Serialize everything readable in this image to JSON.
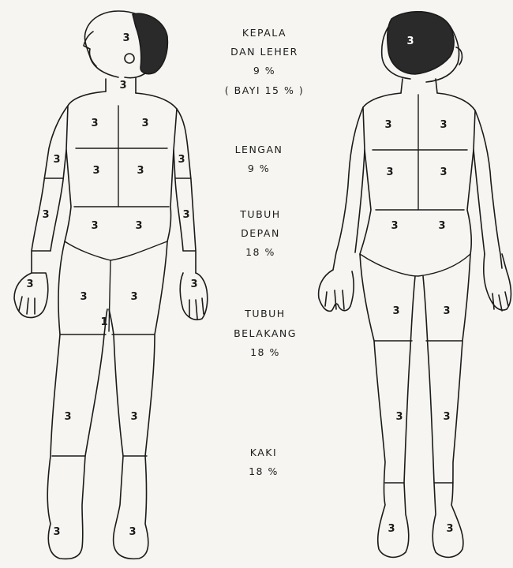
{
  "legend": [
    {
      "key": "kepala",
      "lines": [
        "KEPALA",
        "DAN LEHER",
        "9 %",
        "( BAYI  15 % )"
      ]
    },
    {
      "key": "lengan",
      "lines": [
        "LENGAN",
        "9 %"
      ]
    },
    {
      "key": "tubuh_depan",
      "lines": [
        "TUBUH",
        "DEPAN",
        "18 %"
      ]
    },
    {
      "key": "tubuh_belakang",
      "lines": [
        "TUBUH",
        "BELAKANG",
        "18 %"
      ]
    },
    {
      "key": "kaki",
      "lines": [
        "KAKI",
        "18 %"
      ]
    }
  ],
  "front_figure": {
    "head": "3",
    "neck": "3",
    "chest_right": "3",
    "chest_left": "3",
    "abdomen_right": "3",
    "abdomen_left": "3",
    "lower_torso_right": "3",
    "lower_torso_left": "3",
    "upper_arm_right": "3",
    "upper_arm_left": "3",
    "forearm_right": "3",
    "forearm_left": "3",
    "hand_right": "3",
    "hand_left": "3",
    "thigh_right": "3",
    "thigh_left": "3",
    "genital": "1",
    "calf_right": "3",
    "calf_left": "3",
    "foot_right": "3",
    "foot_left": "3"
  },
  "back_figure": {
    "head": "3",
    "upper_back_right": "3",
    "upper_back_left": "3",
    "mid_back_right": "3",
    "mid_back_left": "3",
    "lower_back_right": "3",
    "lower_back_left": "3",
    "buttock_right": "3",
    "buttock_left": "3",
    "calf_right": "3",
    "calf_left": "3",
    "foot_right": "3",
    "foot_left": "3"
  }
}
